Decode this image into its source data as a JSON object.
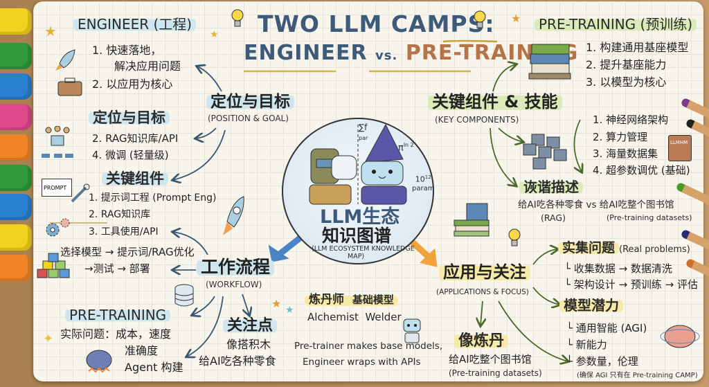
{
  "title": {
    "line1": "TWO LLM CAMPS:",
    "engineer": "ENGINEER",
    "vs": "vs.",
    "pretraining": "PRE-TRAINING"
  },
  "colors": {
    "engineer": "#3d5a7a",
    "pretraining": "#b5734a",
    "blue_highlight": "#cfe6ee",
    "green_highlight": "#dbeab8",
    "yellow_highlight": "#f7e9a8"
  },
  "center": {
    "line1": "LLM生态",
    "line2": "知识图谱",
    "en1": "(LLM ECOSYSTEM KNOWLEDGE",
    "en2": "MAP)",
    "sum": "∑f",
    "sum_sub": "par",
    "pi": "π",
    "pi_sup": "ln 2",
    "params": "10",
    "params_sup": "12",
    "params_label": "param"
  },
  "engineer": {
    "header": "ENGINEER (工程)",
    "items": [
      "1. 快速落地，",
      "解决应用问题",
      "2. 以应用为核心"
    ],
    "position_node": {
      "label": "定位与目标",
      "en": "(POSITION & GOAL)"
    },
    "goal_section": {
      "header": "定位与目标",
      "items": [
        "2. RAG知识库/API",
        "4. 微调 (轻量级)"
      ]
    },
    "components": {
      "header": "关键组件",
      "prompt_label": "PROMPT",
      "items": [
        "1. 提示词工程 (Prompt Eng)",
        "2. RAG知识库",
        "3. 工具使用/API"
      ]
    },
    "workflow_steps": [
      "选择模型 → 提示词/RAG优化",
      "→测试 → 部署"
    ],
    "workflow_node": {
      "label": "工作流程",
      "en": "(WORKFLOW)"
    },
    "pretraining_section": {
      "header": "PRE-TRAINING",
      "items": [
        "实际问题：成本，速度",
        "准确度",
        "Agent 构建"
      ]
    },
    "focus": {
      "header": "关注点",
      "items": [
        "像搭积木",
        "给AI吃各种零食"
      ]
    }
  },
  "middle": {
    "roles": {
      "alchemist_cn": "炼丹师",
      "welder_cn": "基础模型",
      "alchemist_en": "Alchemist",
      "welder_en": "Welder"
    },
    "summary": [
      "Pre-trainer makes base models,",
      "Engineer wraps with APIs"
    ]
  },
  "pretraining": {
    "header": "PRE-TRAINING (预训练)",
    "items": [
      "1. 构建通用基座模型",
      "2. 提升基座能力",
      "3. 以模型为核心"
    ],
    "components_node": {
      "label": "关键组件 & 技能",
      "en": "(KEY COMPONENTS)"
    },
    "components": [
      "1. 神经网络架构",
      "2. 算力管理",
      "3. 海量数据集",
      "4. 超参数调优 (基础)"
    ],
    "book_label": "LLMHM",
    "humor": {
      "header": "诙谐描述",
      "line": "给AI吃各种零食 vs 给AI吃整个图书馆",
      "rag": "(RAG)",
      "datasets": "(Pre-training datasets)"
    },
    "applications_node": {
      "label": "应用与关注",
      "en": "(APPLICATIONS & FOCUS)"
    },
    "real_problems": {
      "header": "实集问题",
      "en": "(Real problems)",
      "items": [
        "└ 收集数据 → 数据清洗",
        "└ 架构设计 → 预训练 → 评估"
      ]
    },
    "potential": {
      "header": "模型潜力",
      "items": [
        "└ 通用智能 (AGI)",
        "└ 新能力",
        "└ 参数量，伦理"
      ],
      "note": "(确保 AGI 只有在 Pre-training CAMP)"
    },
    "alchemy": {
      "header": "像炼丹",
      "line": "给AI吃整个图书馆",
      "en": "(Pre-training datasets)"
    }
  }
}
